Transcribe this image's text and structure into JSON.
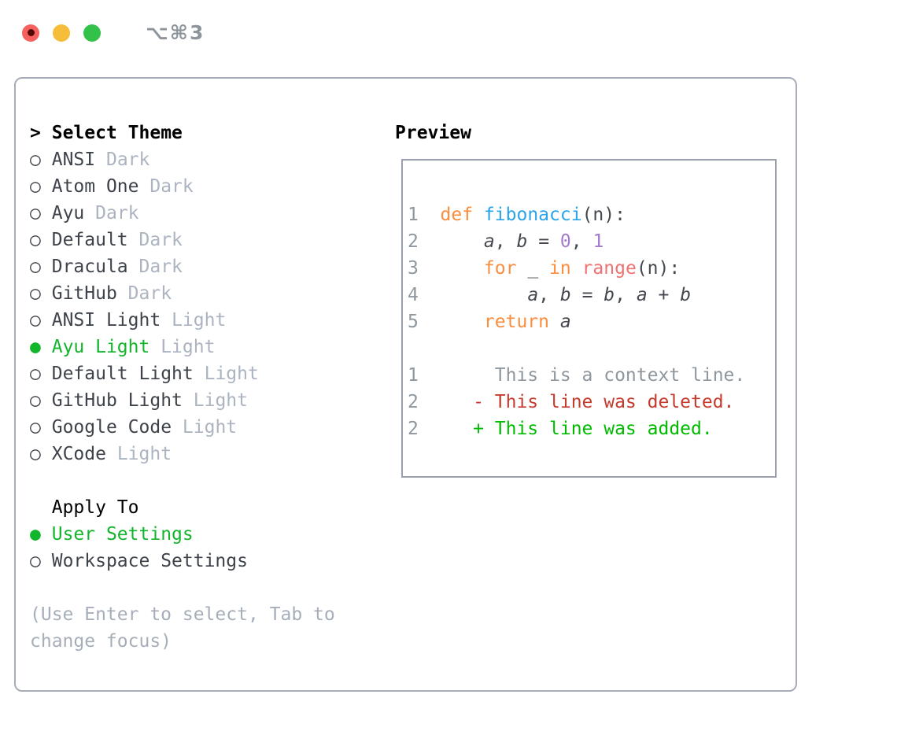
{
  "window": {
    "title": "⌥⌘3"
  },
  "left_panel": {
    "header": {
      "marker": ">",
      "title": "Select Theme"
    },
    "themes": [
      {
        "bullet": "○",
        "name": "ANSI",
        "tag": "Dark",
        "state": "normal"
      },
      {
        "bullet": "○",
        "name": "Atom One",
        "tag": "Dark",
        "state": "normal"
      },
      {
        "bullet": "○",
        "name": "Ayu",
        "tag": "Dark",
        "state": "normal"
      },
      {
        "bullet": "○",
        "name": "Default",
        "tag": "Dark",
        "state": "normal"
      },
      {
        "bullet": "○",
        "name": "Dracula",
        "tag": "Dark",
        "state": "normal"
      },
      {
        "bullet": "○",
        "name": "GitHub",
        "tag": "Dark",
        "state": "normal"
      },
      {
        "bullet": "○",
        "name": "ANSI Light",
        "tag": "Light",
        "state": "normal"
      },
      {
        "bullet": "●",
        "name": "Ayu Light",
        "tag": "Light",
        "state": "selected"
      },
      {
        "bullet": "○",
        "name": "Default Light",
        "tag": "Light",
        "state": "normal"
      },
      {
        "bullet": "○",
        "name": "GitHub Light",
        "tag": "Light",
        "state": "normal"
      },
      {
        "bullet": "○",
        "name": "Google Code",
        "tag": "Light",
        "state": "normal"
      },
      {
        "bullet": "○",
        "name": "XCode",
        "tag": "Light",
        "state": "normal"
      }
    ],
    "apply_to": {
      "title": "Apply To",
      "options": [
        {
          "bullet": "●",
          "name": "User Settings",
          "state": "selected"
        },
        {
          "bullet": "○",
          "name": "Workspace Settings",
          "state": "normal"
        }
      ]
    },
    "help_lines": [
      "(Use Enter to select, Tab to",
      "change focus)"
    ]
  },
  "preview": {
    "title": "Preview",
    "lines": [
      {
        "num": "1",
        "tokens": [
          {
            "text": "def",
            "style": "kw"
          },
          {
            "text": " ",
            "style": "fg"
          },
          {
            "text": "fibonacci",
            "style": "fn"
          },
          {
            "text": "(n):",
            "style": "fg"
          }
        ]
      },
      {
        "num": "2",
        "tokens": [
          {
            "text": "    ",
            "style": "fg"
          },
          {
            "text": "a",
            "style": "var"
          },
          {
            "text": ", ",
            "style": "fg"
          },
          {
            "text": "b",
            "style": "var"
          },
          {
            "text": " = ",
            "style": "fg"
          },
          {
            "text": "0",
            "style": "lit"
          },
          {
            "text": ", ",
            "style": "fg"
          },
          {
            "text": "1",
            "style": "lit"
          }
        ]
      },
      {
        "num": "3",
        "tokens": [
          {
            "text": "    ",
            "style": "fg"
          },
          {
            "text": "for",
            "style": "kw"
          },
          {
            "text": " _ ",
            "style": "fg"
          },
          {
            "text": "in",
            "style": "kw"
          },
          {
            "text": " ",
            "style": "fg"
          },
          {
            "text": "range",
            "style": "special"
          },
          {
            "text": "(n):",
            "style": "fg"
          }
        ]
      },
      {
        "num": "4",
        "tokens": [
          {
            "text": "        ",
            "style": "fg"
          },
          {
            "text": "a",
            "style": "var"
          },
          {
            "text": ", ",
            "style": "fg"
          },
          {
            "text": "b",
            "style": "var"
          },
          {
            "text": " = ",
            "style": "fg"
          },
          {
            "text": "b",
            "style": "var"
          },
          {
            "text": ", ",
            "style": "fg"
          },
          {
            "text": "a",
            "style": "var"
          },
          {
            "text": " + ",
            "style": "fg"
          },
          {
            "text": "b",
            "style": "var"
          }
        ]
      },
      {
        "num": "5",
        "tokens": [
          {
            "text": "    ",
            "style": "fg"
          },
          {
            "text": "return",
            "style": "kw"
          },
          {
            "text": " ",
            "style": "fg"
          },
          {
            "text": "a",
            "style": "var"
          }
        ]
      },
      {
        "num": "",
        "tokens": []
      },
      {
        "num": "1",
        "tokens": [
          {
            "text": "     This is a context line.",
            "style": "ctx"
          }
        ]
      },
      {
        "num": "2",
        "tokens": [
          {
            "text": "   - This line was deleted.",
            "style": "del"
          }
        ]
      },
      {
        "num": "2",
        "tokens": [
          {
            "text": "   + This line was added.",
            "style": "add"
          }
        ]
      }
    ]
  },
  "colors": {
    "titlebar-fg": "#8e949c",
    "light-red": "#f4615e",
    "light-red-dot": "#530a04",
    "light-yellow": "#f6bd3a",
    "light-green": "#32c149",
    "panel-border": "#a8aeb9",
    "preview-border": "#9aa1ac",
    "header-fg": "#000000",
    "item-fg": "#3e434b",
    "tag-fg": "#abb4c0",
    "selected-green": "#12b52b",
    "help-fg": "#a6aeb9",
    "ln": "#8f979e",
    "kw": "#fa8d3e",
    "fn": "#29a4e9",
    "lit": "#a37acc",
    "special": "#f07171",
    "code-fg": "#45494f",
    "ctx": "#8f979e",
    "del": "#c43a2d",
    "add": "#00bb00"
  }
}
